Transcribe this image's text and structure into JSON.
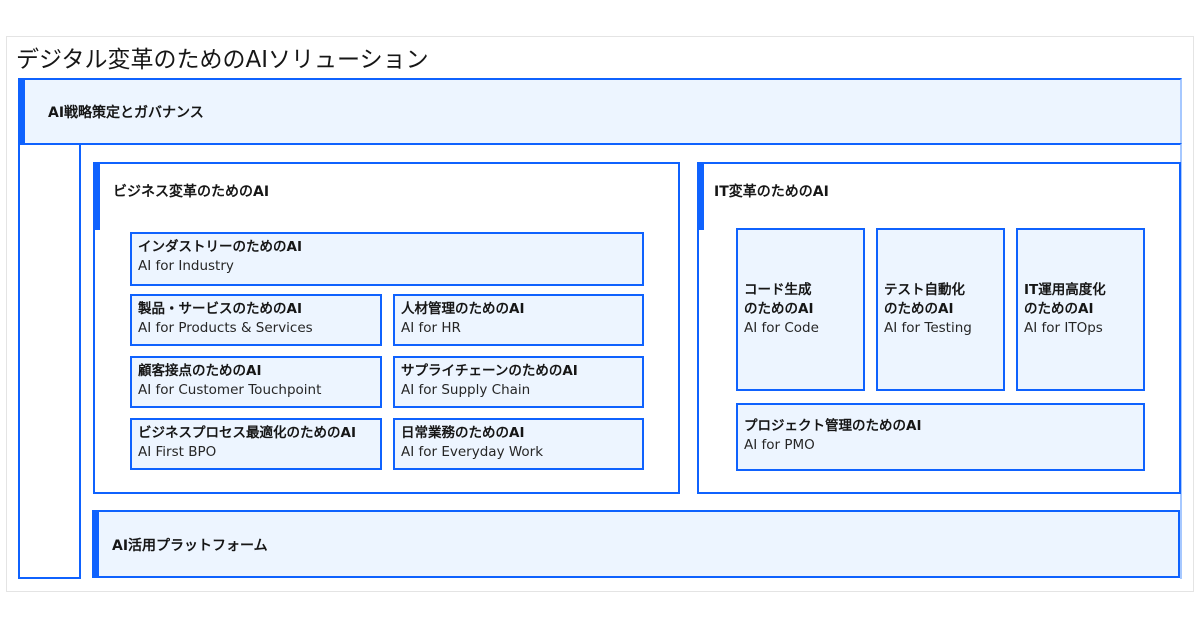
{
  "title": "デジタル変革のためのAIソリューション",
  "governance": {
    "label": "AI戦略策定とガバナンス"
  },
  "business": {
    "label": "ビジネス変革のためのAI",
    "cards": [
      {
        "ja": "インダストリーのためのAI",
        "en": "AI for Industry"
      },
      {
        "ja": "製品・サービスのためのAI",
        "en": "AI for Products & Services"
      },
      {
        "ja": "人材管理のためのAI",
        "en": "AI for HR"
      },
      {
        "ja": "顧客接点のためのAI",
        "en": "AI for Customer Touchpoint"
      },
      {
        "ja": "サプライチェーンのためのAI",
        "en": "AI for Supply Chain"
      },
      {
        "ja": "ビジネスプロセス最適化のためのAI",
        "en": "AI First BPO"
      },
      {
        "ja": "日常業務のためのAI",
        "en": "AI for Everyday Work"
      }
    ]
  },
  "it": {
    "label": "IT変革のためのAI",
    "cards": [
      {
        "ja1": "コード生成",
        "ja2": "のためのAI",
        "en": "AI for Code"
      },
      {
        "ja1": "テスト自動化",
        "ja2": "のためのAI",
        "en": "AI for Testing"
      },
      {
        "ja1": "IT運用高度化",
        "ja2": "のためのAI",
        "en": "AI for ITOps"
      }
    ],
    "pmo": {
      "ja": "プロジェクト管理のためのAI",
      "en": "AI for PMO"
    }
  },
  "platform": {
    "label": "AI活用プラットフォーム"
  },
  "colors": {
    "accent": "#0f62fe",
    "fill": "#edf5ff"
  }
}
